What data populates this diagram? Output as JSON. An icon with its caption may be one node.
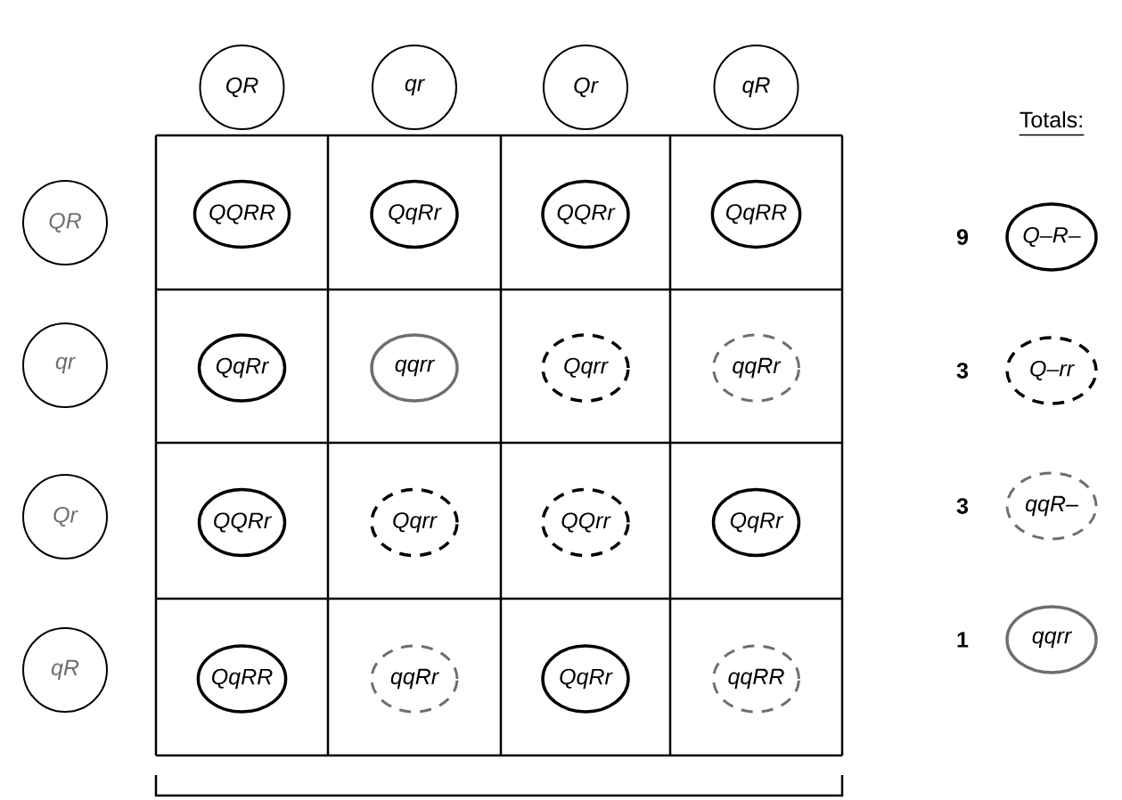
{
  "diagram": {
    "nodes": [
      {
        "text": [
          "QR"
        ]
      },
      {
        "text": [
          "qr"
        ]
      },
      {
        "text": [
          "Qr"
        ]
      },
      {
        "text": [
          "qR"
        ]
      },
      {
        "text": [
          "QR"
        ]
      },
      {
        "text": [
          "qr"
        ]
      },
      {
        "text": [
          "Qr"
        ]
      },
      {
        "text": [
          "qR"
        ]
      },
      {
        "text": [
          "QQRR"
        ]
      },
      {
        "text": [
          "QqRr"
        ]
      },
      {
        "text": [
          "QQRr"
        ]
      },
      {
        "text": [
          "QqRR"
        ]
      },
      {
        "text": [
          "QqRr"
        ]
      },
      {
        "text": [
          "qqrr"
        ]
      },
      {
        "text": [
          "Qqrr"
        ]
      },
      {
        "text": [
          "qqRr"
        ]
      },
      {
        "text": [
          "QQRr"
        ]
      },
      {
        "text": [
          "Qqrr"
        ]
      },
      {
        "text": [
          "QQrr"
        ]
      },
      {
        "text": [
          "QqRr"
        ]
      },
      {
        "text": [
          "QqRR"
        ]
      },
      {
        "text": [
          "qqRr"
        ]
      },
      {
        "text": [
          "QqRr"
        ]
      },
      {
        "text": [
          "qqRR"
        ]
      },
      {
        "text": [
          "Q–R–"
        ],
        "beside": [
          "9"
        ]
      },
      {
        "text": [
          "Q–rr"
        ],
        "beside": [
          "3"
        ]
      },
      {
        "text": [
          "qqR–"
        ],
        "beside": [
          "3"
        ]
      },
      {
        "text": [
          "qqrr"
        ],
        "beside": [
          "1"
        ]
      }
    ],
    "labels": [
      "Totals:"
    ]
  }
}
